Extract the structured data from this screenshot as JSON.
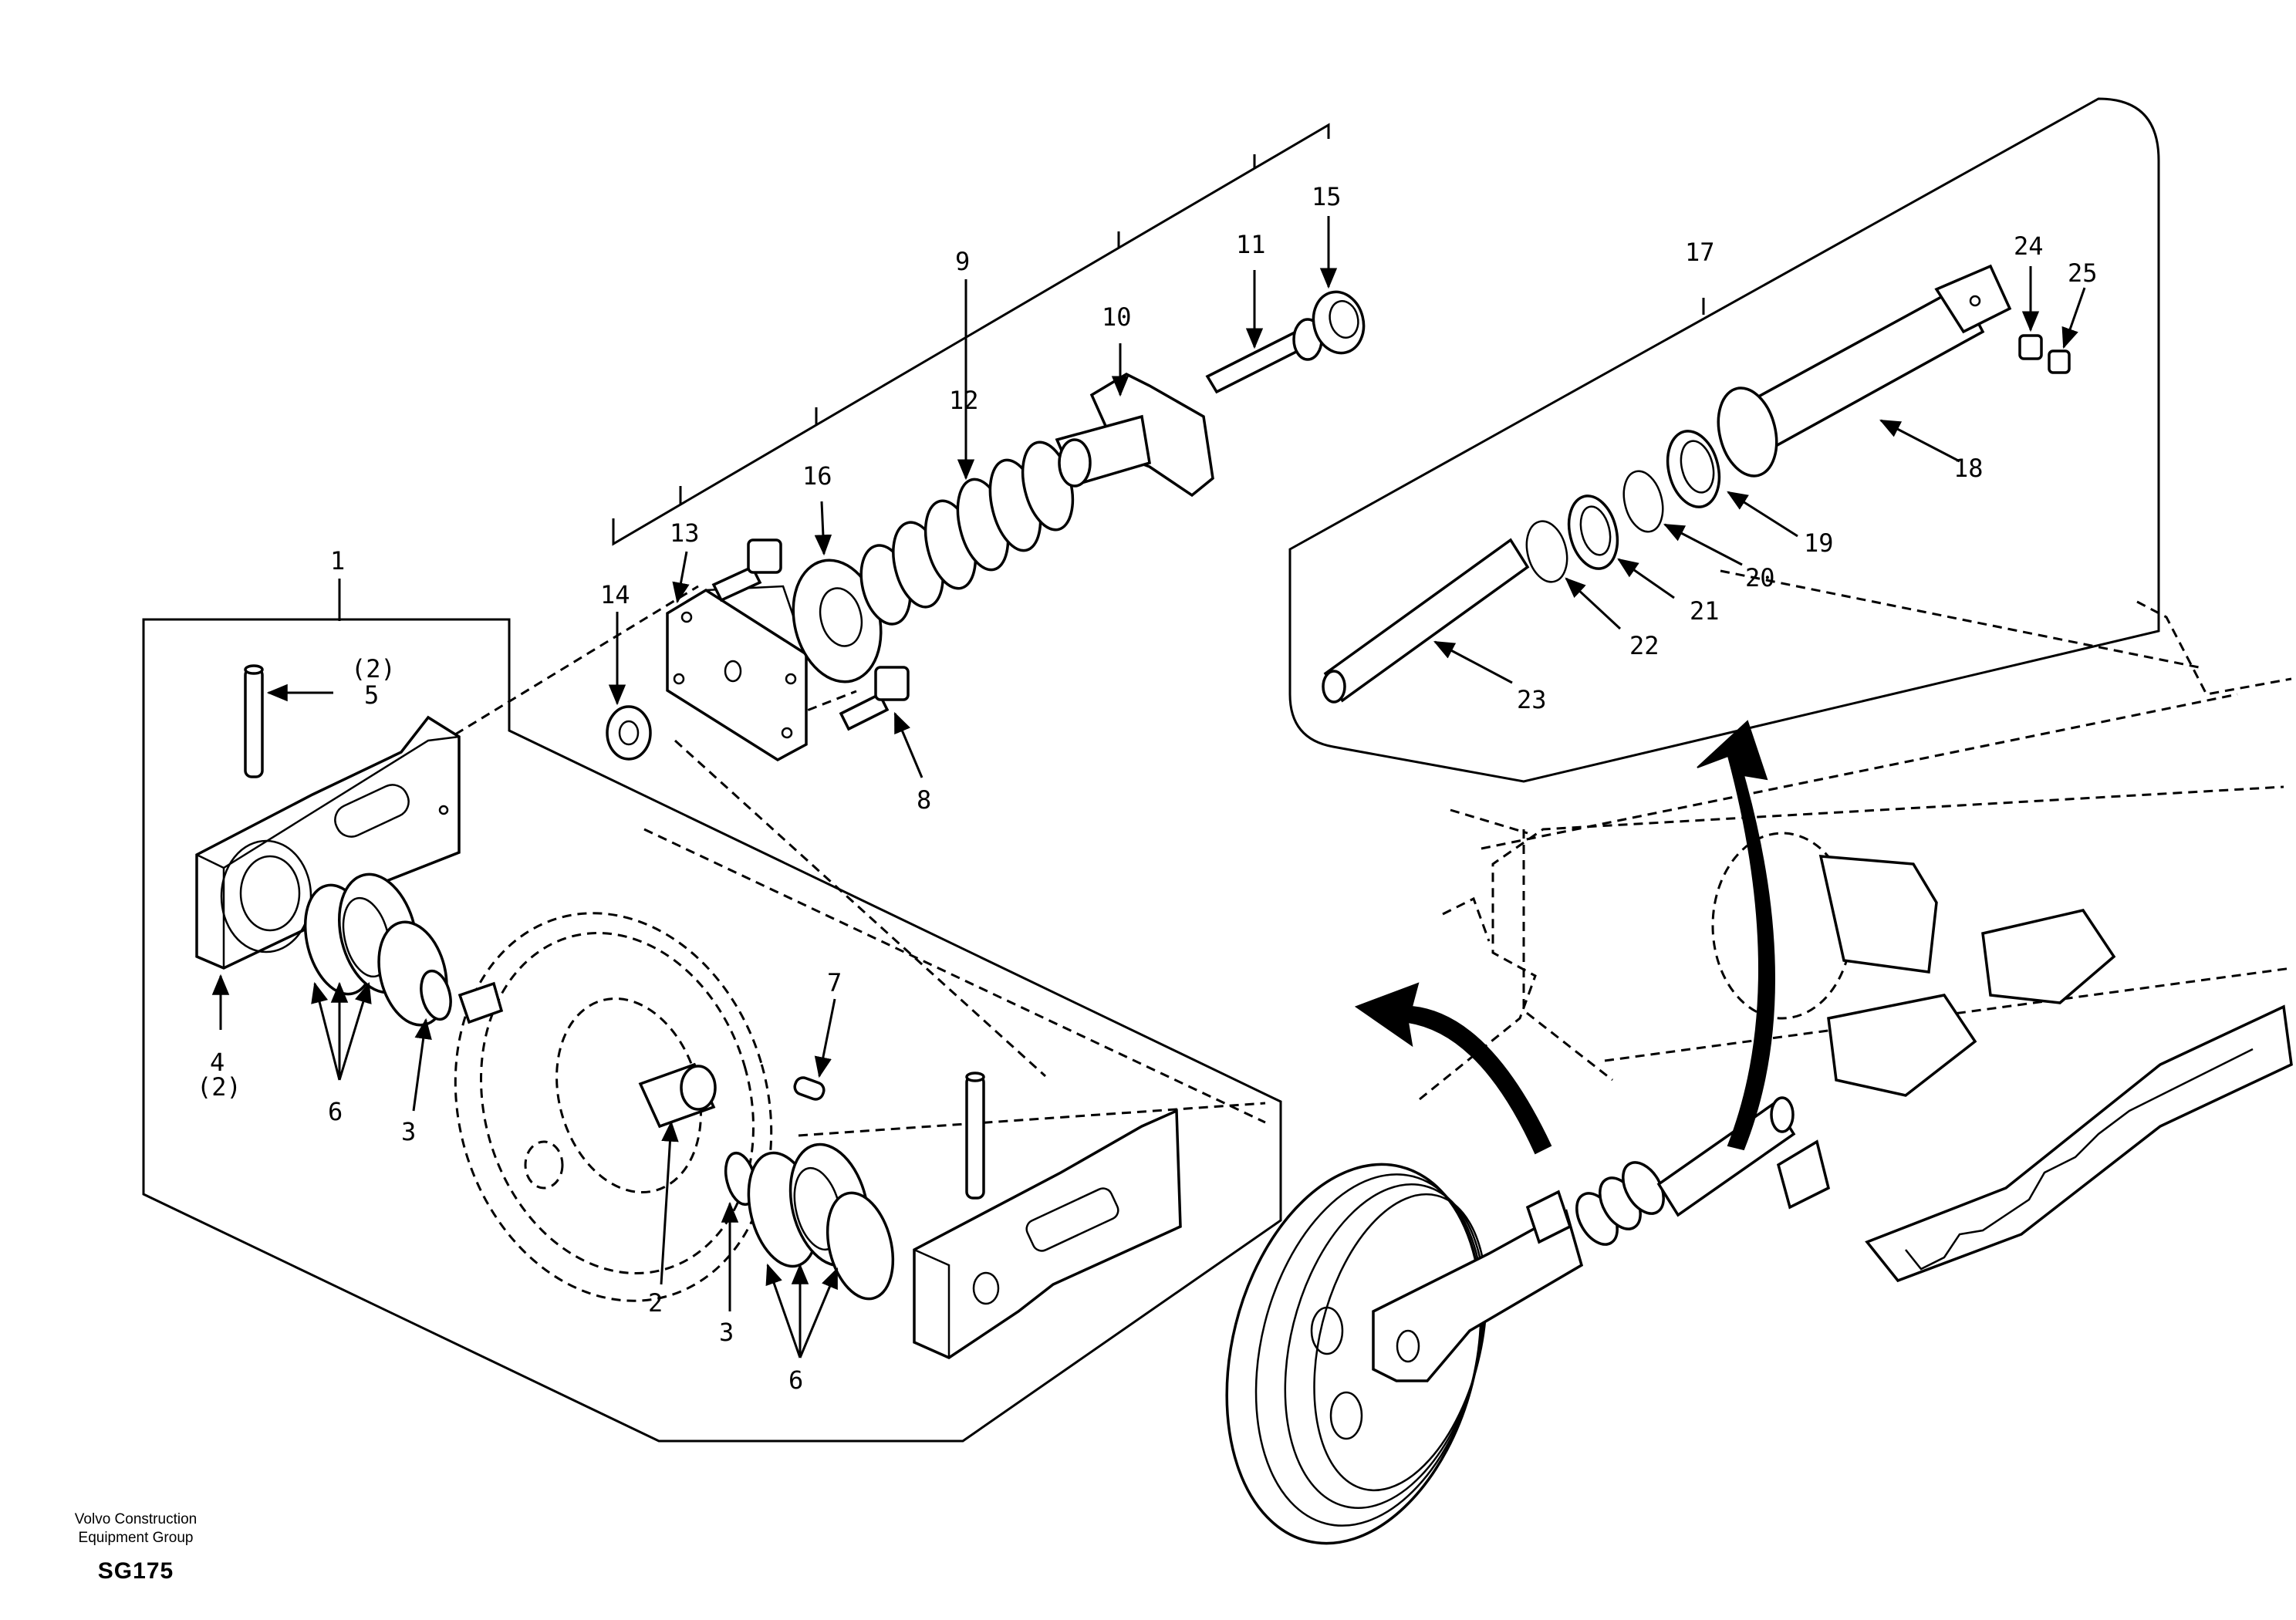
{
  "callouts": [
    {
      "id": "1",
      "text": "1"
    },
    {
      "id": "2",
      "text": "2"
    },
    {
      "id": "3a",
      "text": "3"
    },
    {
      "id": "3b",
      "text": "3"
    },
    {
      "id": "4",
      "text": "4"
    },
    {
      "id": "4q",
      "text": "(2)"
    },
    {
      "id": "5",
      "text": "5"
    },
    {
      "id": "5q",
      "text": "(2)"
    },
    {
      "id": "6a",
      "text": "6"
    },
    {
      "id": "6b",
      "text": "6"
    },
    {
      "id": "7",
      "text": "7"
    },
    {
      "id": "8",
      "text": "8"
    },
    {
      "id": "9",
      "text": "9"
    },
    {
      "id": "10",
      "text": "10"
    },
    {
      "id": "11",
      "text": "11"
    },
    {
      "id": "12",
      "text": "12"
    },
    {
      "id": "13",
      "text": "13"
    },
    {
      "id": "14",
      "text": "14"
    },
    {
      "id": "15",
      "text": "15"
    },
    {
      "id": "16",
      "text": "16"
    },
    {
      "id": "17",
      "text": "17"
    },
    {
      "id": "18",
      "text": "18"
    },
    {
      "id": "19",
      "text": "19"
    },
    {
      "id": "20",
      "text": "20"
    },
    {
      "id": "21",
      "text": "21"
    },
    {
      "id": "22",
      "text": "22"
    },
    {
      "id": "23",
      "text": "23"
    },
    {
      "id": "24",
      "text": "24"
    },
    {
      "id": "25",
      "text": "25"
    }
  ],
  "footer": {
    "line1": "Volvo Construction",
    "line2": "Equipment Group",
    "code": "SG175"
  }
}
